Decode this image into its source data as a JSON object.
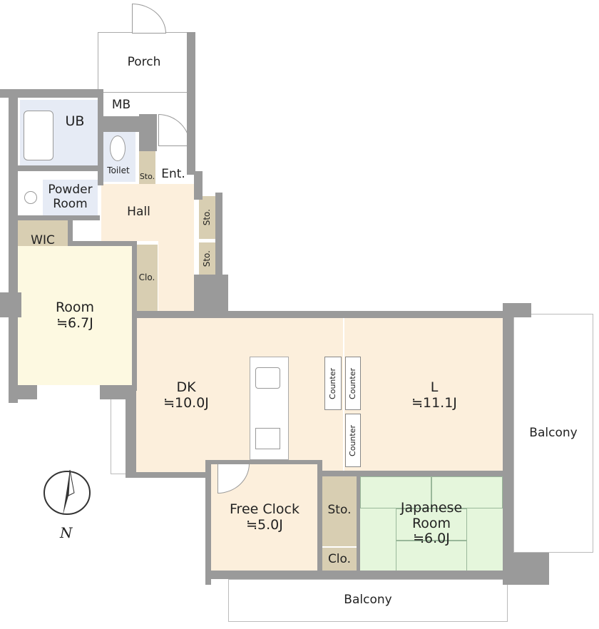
{
  "rooms": {
    "porch": "Porch",
    "mb": "MB",
    "ub": "UB",
    "toilet": "Toilet",
    "sto_ent": "Sto.",
    "ent": "Ent.",
    "powder_room": "Powder Room",
    "wic": "WIC",
    "hall": "Hall",
    "sto_hall_1": "Sto.",
    "sto_hall_2": "Sto.",
    "clo_hall": "Clo.",
    "room": {
      "name": "Room",
      "size": "≒6.7J"
    },
    "dk": {
      "name": "DK",
      "size": "≒10.0J"
    },
    "l": {
      "name": "L",
      "size": "≒11.1J"
    },
    "counter_1": "Counter",
    "counter_2": "Counter",
    "counter_3": "Counter",
    "free_clock": {
      "name": "Free Clock",
      "size": "≒5.0J"
    },
    "sto_jp": "Sto.",
    "clo_jp": "Clo.",
    "japanese_room": {
      "name": "Japanese Room",
      "size": "≒6.0J"
    },
    "balcony_east": "Balcony",
    "balcony_south": "Balcony"
  },
  "compass": {
    "label": "N"
  },
  "colors": {
    "wall": "#9a9a9a",
    "room": "#fdf9e1",
    "living": "#fcefdc",
    "storage": "#d8ceb2",
    "wet": "#e6ebf5",
    "tatami": "#e5f6dc"
  }
}
